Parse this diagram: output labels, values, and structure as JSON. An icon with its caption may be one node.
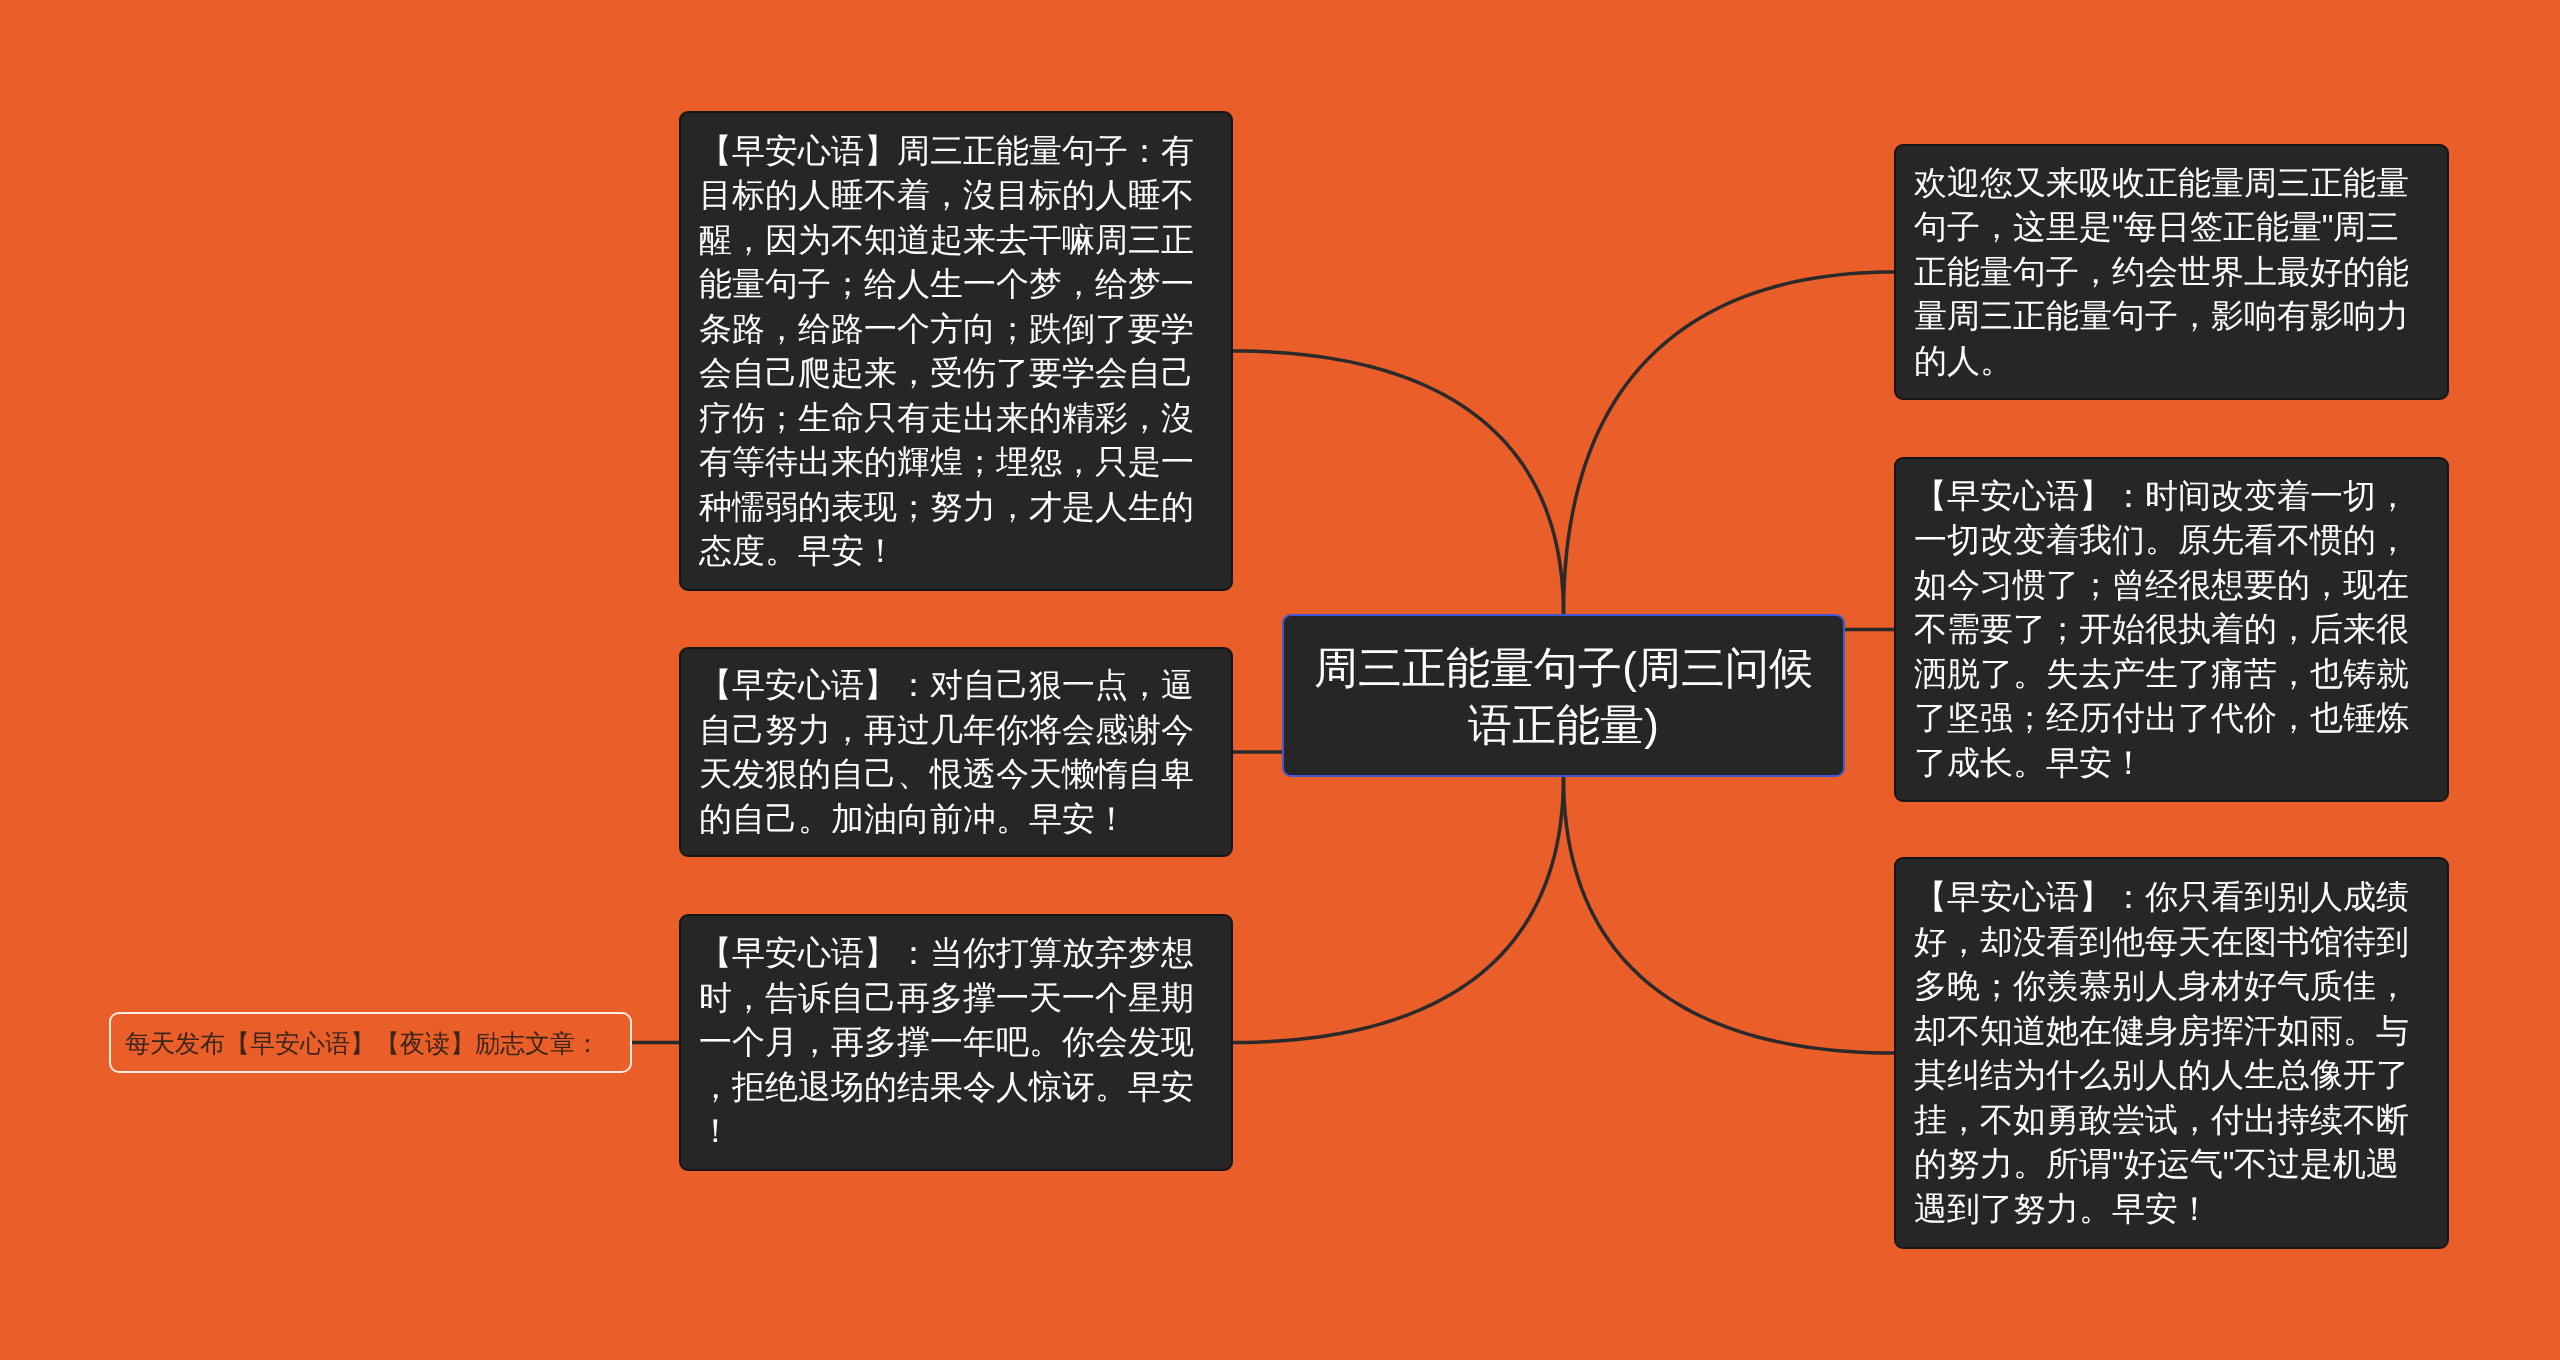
{
  "diagram": {
    "nodes": [
      {
        "text": [
          "周三正能量句子(周三问候语正能量)"
        ]
      },
      {
        "text": [
          "【早安心语】周三正能量句子：有目标的人睡不着，沒目标的人睡不醒，因为不知道起来去干嘛周三正能量句子；给人生一个梦，给梦一条路，给路一个方向；跌倒了要学会自己爬起来，受伤了要学会自己疗伤；生命只有走出来的精彩，沒有等待出来的輝煌；埋怨，只是一种懦弱的表现；努力，才是人生的态度。早安！"
        ]
      },
      {
        "text": [
          "【早安心语】：对自己狠一点，逼自己努力，再过几年你将会感谢今天发狠的自己、恨透今天懒惰自卑的自己。加油向前冲。早安！"
        ]
      },
      {
        "text": [
          "【早安心语】：当你打算放弃梦想时，告诉自己再多撑一天一个星期一个月，再多撑一年吧。你会发现，拒绝退场的结果令人惊讶。早安！"
        ]
      },
      {
        "text": [
          "每天发布【早安心语】【夜读】励志文章："
        ]
      },
      {
        "text": [
          "欢迎您又来吸收正能量周三正能量句子，这里是\"每日签正能量\"周三正能量句子，约会世界上最好的能量周三正能量句子，影响有影响力的人。"
        ]
      },
      {
        "text": [
          "【早安心语】：时间改变着一切，一切改变着我们。原先看不惯的，如今习惯了；曾经很想要的，现在不需要了；开始很执着的，后来很洒脱了。失去产生了痛苦，也铸就了坚强；经历付出了代价，也锤炼了成长。早安！"
        ]
      },
      {
        "text": [
          "【早安心语】：你只看到别人成绩好，却没看到他每天在图书馆待到多晚；你羡慕别人身材好气质佳，却不知道她在健身房挥汗如雨。与其纠结为什么别人的人生总像开了挂，不如勇敢尝试，付出持续不断的努力。所谓\"好运气\"不过是机遇遇到了努力。早安！"
        ]
      }
    ],
    "edges": [
      {
        "from": 0,
        "to": 1,
        "arrow": "none"
      },
      {
        "from": 0,
        "to": 2,
        "arrow": "none"
      },
      {
        "from": 0,
        "to": 3,
        "arrow": "none"
      },
      {
        "from": 3,
        "to": 4,
        "arrow": "none"
      },
      {
        "from": 0,
        "to": 5,
        "arrow": "none"
      },
      {
        "from": 0,
        "to": 6,
        "arrow": "none"
      },
      {
        "from": 0,
        "to": 7,
        "arrow": "none"
      }
    ]
  }
}
